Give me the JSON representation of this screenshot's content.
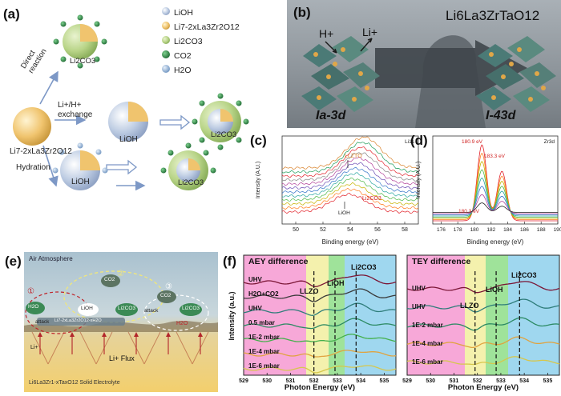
{
  "panels": {
    "a": {
      "label": "(a)",
      "legend": [
        "LiOH",
        "Li7-2xLa3Zr2O12",
        "Li2CO3",
        "CO2",
        "H2O"
      ],
      "legend_colors": [
        "#9fb3d2",
        "#f3cf83",
        "#cfe2a3",
        "#2f8a47",
        "#8fb6dd"
      ],
      "start_formula": "Li7-2xLa3Zr2O12",
      "routes": [
        "Direct reaction",
        "Li+/H+ exchange",
        "Hydration"
      ],
      "particle_labels": [
        "Li2CO3",
        "LiOH",
        "Li2CO3",
        "LiOH",
        "Li2CO3"
      ]
    },
    "b": {
      "label": "(b)",
      "formula": "Li6La3ZrTaO12",
      "ions": [
        "H+",
        "Li+"
      ],
      "phase_left": "Ia-3d",
      "phase_right": "I-43d"
    },
    "c": {
      "label": "(c)",
      "corner": "Li1s",
      "xlabel": "Binding energy (eV)",
      "ylabel": "Intensity (A.U.)",
      "xticks": [
        "50",
        "52",
        "54",
        "56",
        "58"
      ],
      "annotations": [
        "LLZTO",
        "Li2CO3",
        "LiOH"
      ]
    },
    "d": {
      "label": "(d)",
      "corner": "Zr3d",
      "xlabel": "Binding energy (eV)",
      "ylabel": "Intensity (A.U.)",
      "xticks": [
        "176",
        "178",
        "180",
        "182",
        "184",
        "186",
        "188",
        "190"
      ],
      "annotations": [
        "180.9 eV",
        "183.3 eV",
        "180.3 eV"
      ]
    },
    "e": {
      "label": "(e)",
      "top_text": "Air Atmosphere",
      "bottom_text": "Li6La3Zr1-xTaxO12 Solid Electrolyte",
      "flux_text": "Li+ Flux",
      "molecules": [
        "H2O",
        "CO2",
        "CO2",
        "LiOH",
        "Li2CO3",
        "Li2CO3"
      ],
      "attack_text": [
        "attack",
        "attack"
      ],
      "circled": [
        "①",
        "②",
        "③"
      ],
      "h2o_small": "H2O",
      "layer_text": "Li7-2xLa3Zr2O12-xH2O",
      "li_ion": "Li+"
    },
    "f": {
      "label": "(f)",
      "ylabel": "Intensity (a.u.)",
      "xlabel": "Photon Energy (eV)",
      "xticks": [
        "529",
        "530",
        "531",
        "532",
        "533",
        "534",
        "535"
      ],
      "aey": {
        "title": "AEY difference",
        "rows": [
          "UHV",
          "H2O+CO2",
          "UHV",
          "0.5 mbar",
          "1E-2 mbar",
          "1E-4 mbar",
          "1E-6 mbar"
        ],
        "marks": [
          "LLZO",
          "LiOH",
          "Li2CO3"
        ]
      },
      "tey": {
        "title": "TEY difference",
        "rows": [
          "UHV",
          "UHV",
          "1E-2 mbar",
          "1E-4 mbar",
          "1E-6 mbar"
        ],
        "marks": [
          "LLZO",
          "LiOH",
          "Li2CO3"
        ]
      }
    }
  },
  "chart_data": [
    {
      "type": "line",
      "xlabel": "Binding energy (eV)",
      "ylabel": "Intensity (A.U.)",
      "xlim": [
        49,
        59
      ],
      "series_count": 12,
      "peak_positions": {
        "LLZTO": 53.8,
        "Li2CO3": 55.2,
        "LiOH": 54.6
      }
    },
    {
      "type": "line",
      "xlabel": "Binding energy (eV)",
      "ylabel": "Intensity (A.U.)",
      "xlim": [
        175,
        190
      ],
      "series_count": 8,
      "peak_positions": [
        180.9,
        183.3,
        180.3
      ]
    },
    {
      "type": "line",
      "xlabel": "Photon Energy (eV)",
      "ylabel": "Intensity (a.u.)",
      "xlim": [
        529,
        535.5
      ],
      "series_count": 7,
      "markers": {
        "LLZO": 532.0,
        "LiOH": 532.9,
        "Li2CO3": 533.8
      }
    },
    {
      "type": "line",
      "xlabel": "Photon Energy (eV)",
      "ylabel": "Intensity (a.u.)",
      "xlim": [
        529,
        535.5
      ],
      "series_count": 5,
      "markers": {
        "LLZO": 531.9,
        "LiOH": 532.8,
        "Li2CO3": 533.8
      }
    }
  ]
}
